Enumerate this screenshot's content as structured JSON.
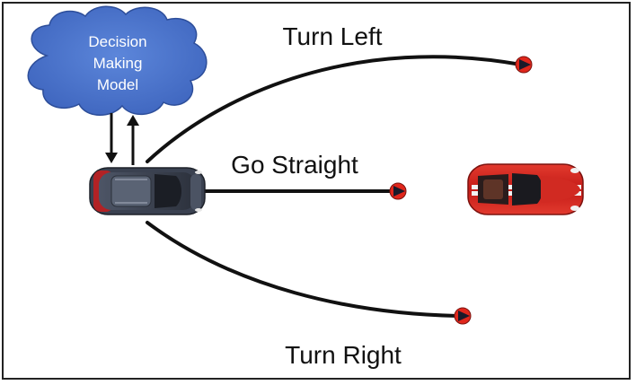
{
  "cloud": {
    "line1": "Decision",
    "line2": "Making",
    "line3": "Model",
    "fill_color": "#4a72c8",
    "stroke_color": "#2d4e9a"
  },
  "maneuvers": {
    "left": "Turn Left",
    "straight": "Go Straight",
    "right": "Turn Right"
  },
  "vehicles": {
    "ego": {
      "name": "ego-car",
      "body_color": "#3a4150",
      "light_color": "#d21f1f"
    },
    "other": {
      "name": "red-sports-car",
      "body_color": "#d3201f",
      "stripe_color": "#f3f3f3"
    }
  },
  "arrow_color": "#111111",
  "endpoint_color": "#e0261b"
}
